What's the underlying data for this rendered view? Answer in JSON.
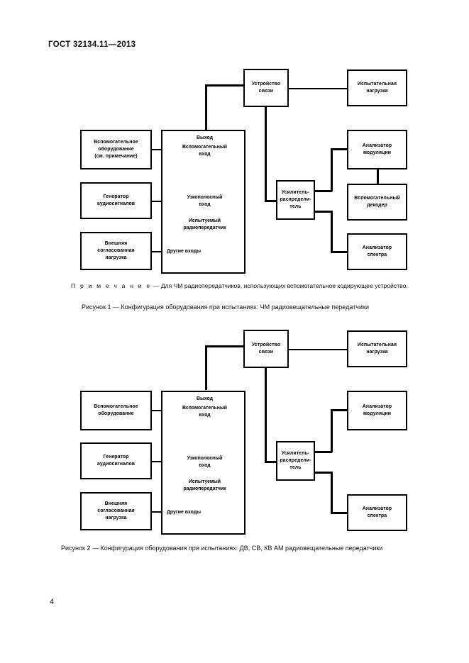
{
  "document": {
    "header": "ГОСТ 32134.11—2013",
    "page_number": "4"
  },
  "figure1": {
    "note": {
      "label": "П р и м е ч а н и е",
      "dash": "—",
      "text": "Для ЧМ радиопередатчиков, использующих вспомогательное кодирующее устройство."
    },
    "caption": "Рисунок  1 — Конфигурация оборудования при испытаниях: ЧМ радиовещательные передатчики",
    "boxes": {
      "aux_equipment": "Вспомогательное\nоборудование\n(см. примечание)",
      "audio_generator": "Генератор\nаудиосигналов",
      "external_load": "Внешняя\nсогласованная\nнагрузка",
      "coupling_device": "Устройство\nсвязи",
      "test_load": "Испытательная\nнагрузка",
      "modulation_analyzer": "Анализатор\nмодуляции",
      "aux_decoder": "Вспомогательный\nдекодер",
      "spectrum_analyzer": "Анализатор\nспектра",
      "distribution_amplifier": "Усилитель-\nраспредели-\nтель"
    },
    "transmitter": {
      "output": "Выход",
      "aux_input": "Вспомогательный\nвход",
      "narrowband_input": "Узкополосный\nвход",
      "title": "Испытуемый\nрадиопередатчик",
      "other_inputs": "Другие входы"
    }
  },
  "figure2": {
    "caption": "Рисунок  2 — Конфигурация оборудования при испытаниях: ДВ, СВ, КВ АМ радиовещательные передатчики",
    "boxes": {
      "aux_equipment": "Вспомогательное\nоборудование",
      "audio_generator": "Генератор\nаудиосигналов",
      "external_load": "Внешняя\nсогласованная\nнагрузка",
      "coupling_device": "Устройство\nсвязи",
      "test_load": "Испытательная\nнагрузка",
      "modulation_analyzer": "Анализатор\nмодуляции",
      "spectrum_analyzer": "Анализатор\nспектра",
      "distribution_amplifier": "Усилитель-\nраспредели-\nтель"
    },
    "transmitter": {
      "output": "Выход",
      "aux_input": "Вспомогательный\nвход",
      "narrowband_input": "Узкополосный\nвход",
      "title": "Испытуемый\nрадиопередатчик",
      "other_inputs": "Другие входы"
    }
  }
}
